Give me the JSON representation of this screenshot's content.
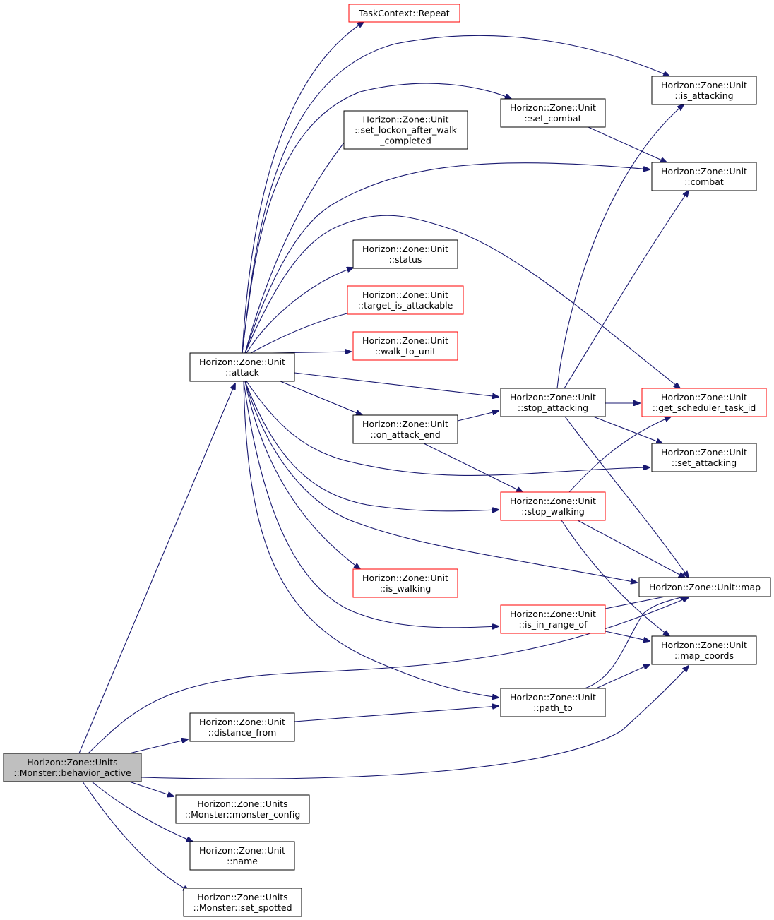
{
  "nodes": {
    "behavior_active": {
      "lines": [
        "Horizon::Zone::Units",
        "::Monster::behavior_active"
      ],
      "style": "root"
    },
    "attack": {
      "lines": [
        "Horizon::Zone::Unit",
        "::attack"
      ],
      "style": "black"
    },
    "distance_from": {
      "lines": [
        "Horizon::Zone::Unit",
        "::distance_from"
      ],
      "style": "black"
    },
    "monster_config": {
      "lines": [
        "Horizon::Zone::Units",
        "::Monster::monster_config"
      ],
      "style": "black"
    },
    "name": {
      "lines": [
        "Horizon::Zone::Unit",
        "::name"
      ],
      "style": "black"
    },
    "set_spotted": {
      "lines": [
        "Horizon::Zone::Units",
        "::Monster::set_spotted"
      ],
      "style": "black"
    },
    "repeat": {
      "lines": [
        "TaskContext::Repeat"
      ],
      "style": "red"
    },
    "set_lockon": {
      "lines": [
        "Horizon::Zone::Unit",
        "::set_lockon_after_walk",
        "_completed"
      ],
      "style": "black"
    },
    "status": {
      "lines": [
        "Horizon::Zone::Unit",
        "::status"
      ],
      "style": "black"
    },
    "target_is_attackable": {
      "lines": [
        "Horizon::Zone::Unit",
        "::target_is_attackable"
      ],
      "style": "red"
    },
    "walk_to_unit": {
      "lines": [
        "Horizon::Zone::Unit",
        "::walk_to_unit"
      ],
      "style": "red"
    },
    "on_attack_end": {
      "lines": [
        "Horizon::Zone::Unit",
        "::on_attack_end"
      ],
      "style": "black"
    },
    "is_walking": {
      "lines": [
        "Horizon::Zone::Unit",
        "::is_walking"
      ],
      "style": "red"
    },
    "set_combat": {
      "lines": [
        "Horizon::Zone::Unit",
        "::set_combat"
      ],
      "style": "black"
    },
    "stop_attacking": {
      "lines": [
        "Horizon::Zone::Unit",
        "::stop_attacking"
      ],
      "style": "black"
    },
    "stop_walking": {
      "lines": [
        "Horizon::Zone::Unit",
        "::stop_walking"
      ],
      "style": "red"
    },
    "is_in_range_of": {
      "lines": [
        "Horizon::Zone::Unit",
        "::is_in_range_of"
      ],
      "style": "red"
    },
    "path_to": {
      "lines": [
        "Horizon::Zone::Unit",
        "::path_to"
      ],
      "style": "black"
    },
    "is_attacking": {
      "lines": [
        "Horizon::Zone::Unit",
        "::is_attacking"
      ],
      "style": "black"
    },
    "combat": {
      "lines": [
        "Horizon::Zone::Unit",
        "::combat"
      ],
      "style": "black"
    },
    "get_scheduler_task_id": {
      "lines": [
        "Horizon::Zone::Unit",
        "::get_scheduler_task_id"
      ],
      "style": "red"
    },
    "set_attacking": {
      "lines": [
        "Horizon::Zone::Unit",
        "::set_attacking"
      ],
      "style": "black"
    },
    "map": {
      "lines": [
        "Horizon::Zone::Unit::map"
      ],
      "style": "black"
    },
    "map_coords": {
      "lines": [
        "Horizon::Zone::Unit",
        "::map_coords"
      ],
      "style": "black"
    }
  },
  "edges": [
    [
      "behavior_active",
      "attack"
    ],
    [
      "behavior_active",
      "distance_from"
    ],
    [
      "behavior_active",
      "map"
    ],
    [
      "behavior_active",
      "map_coords"
    ],
    [
      "behavior_active",
      "monster_config"
    ],
    [
      "behavior_active",
      "name"
    ],
    [
      "behavior_active",
      "set_spotted"
    ],
    [
      "attack",
      "repeat"
    ],
    [
      "attack",
      "is_attacking"
    ],
    [
      "attack",
      "set_combat"
    ],
    [
      "attack",
      "set_lockon"
    ],
    [
      "attack",
      "combat"
    ],
    [
      "attack",
      "get_scheduler_task_id"
    ],
    [
      "attack",
      "status"
    ],
    [
      "attack",
      "target_is_attackable"
    ],
    [
      "attack",
      "walk_to_unit"
    ],
    [
      "attack",
      "stop_attacking"
    ],
    [
      "attack",
      "on_attack_end"
    ],
    [
      "attack",
      "set_attacking"
    ],
    [
      "attack",
      "stop_walking"
    ],
    [
      "attack",
      "map"
    ],
    [
      "attack",
      "is_walking"
    ],
    [
      "attack",
      "is_in_range_of"
    ],
    [
      "attack",
      "path_to"
    ],
    [
      "set_combat",
      "combat"
    ],
    [
      "on_attack_end",
      "stop_attacking"
    ],
    [
      "on_attack_end",
      "stop_walking"
    ],
    [
      "stop_attacking",
      "is_attacking"
    ],
    [
      "stop_attacking",
      "combat"
    ],
    [
      "stop_attacking",
      "get_scheduler_task_id"
    ],
    [
      "stop_attacking",
      "set_attacking"
    ],
    [
      "stop_attacking",
      "map"
    ],
    [
      "stop_walking",
      "get_scheduler_task_id"
    ],
    [
      "stop_walking",
      "map"
    ],
    [
      "stop_walking",
      "map_coords"
    ],
    [
      "is_in_range_of",
      "map"
    ],
    [
      "is_in_range_of",
      "map_coords"
    ],
    [
      "path_to",
      "map"
    ],
    [
      "path_to",
      "map_coords"
    ],
    [
      "distance_from",
      "path_to"
    ]
  ]
}
